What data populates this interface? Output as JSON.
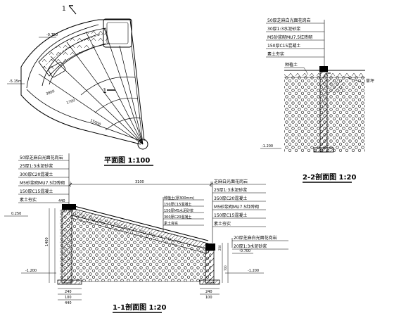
{
  "plan_view": {
    "marker": "1",
    "elev_top": "-0.750",
    "elev_left": "-5.15m",
    "dim_a": "3800",
    "dim_b": "1700",
    "dim_arc": "15000",
    "marker2": "1",
    "title": "平面图 1:100"
  },
  "section_22": {
    "layers": [
      "50厚芝麻白光面花岗岩",
      "30厚1:3水泥砂浆",
      "M5砂浆砌MU7.5红砖砌",
      "150厚C15混凝土",
      "素土夯实"
    ],
    "label_left": "种植土",
    "label_right": "草坪",
    "elev": "-1.200",
    "title": "2-2剖面图 1:20"
  },
  "section_11": {
    "layers_left": [
      "50厚芝麻白光面花岗岩",
      "25厚1:3水泥砂浆",
      "300厚C20混凝土",
      "M5砂浆砌MU7.5红砖砌",
      "150厚C15混凝土",
      "素土夯实"
    ],
    "layers_mid": [
      "种植土(厚300mm)",
      "150厚C15混凝土",
      "150厚M5水泥砂浆",
      "300厚C20混凝土",
      "素土夯实"
    ],
    "layers_right": [
      "芝麻白光面花岗岩",
      "25厚1:3水泥砂浆",
      "350厚C20混凝土",
      "M5砂浆砌MU7.5红砖砌",
      "150厚C15混凝土",
      "素土夯实"
    ],
    "layers_right2": [
      "20厚芝麻白光面花岗岩",
      "20厚1:3水泥砂浆"
    ],
    "dim_top": "3100",
    "dim_height": "1400",
    "dim_right_top": "250",
    "dim_right_h": "700",
    "dim_left_w": "440",
    "dim_base1": "240",
    "dim_base2": "100",
    "dim_base3": "440",
    "dim_right_base1": "240",
    "dim_right_base2": "100",
    "elev_left_top": "0.250",
    "elev_left": "-1.200",
    "elev_right": "-0.700",
    "elev_right2": "-1.200",
    "title": "1-1剖面图 1:20"
  }
}
